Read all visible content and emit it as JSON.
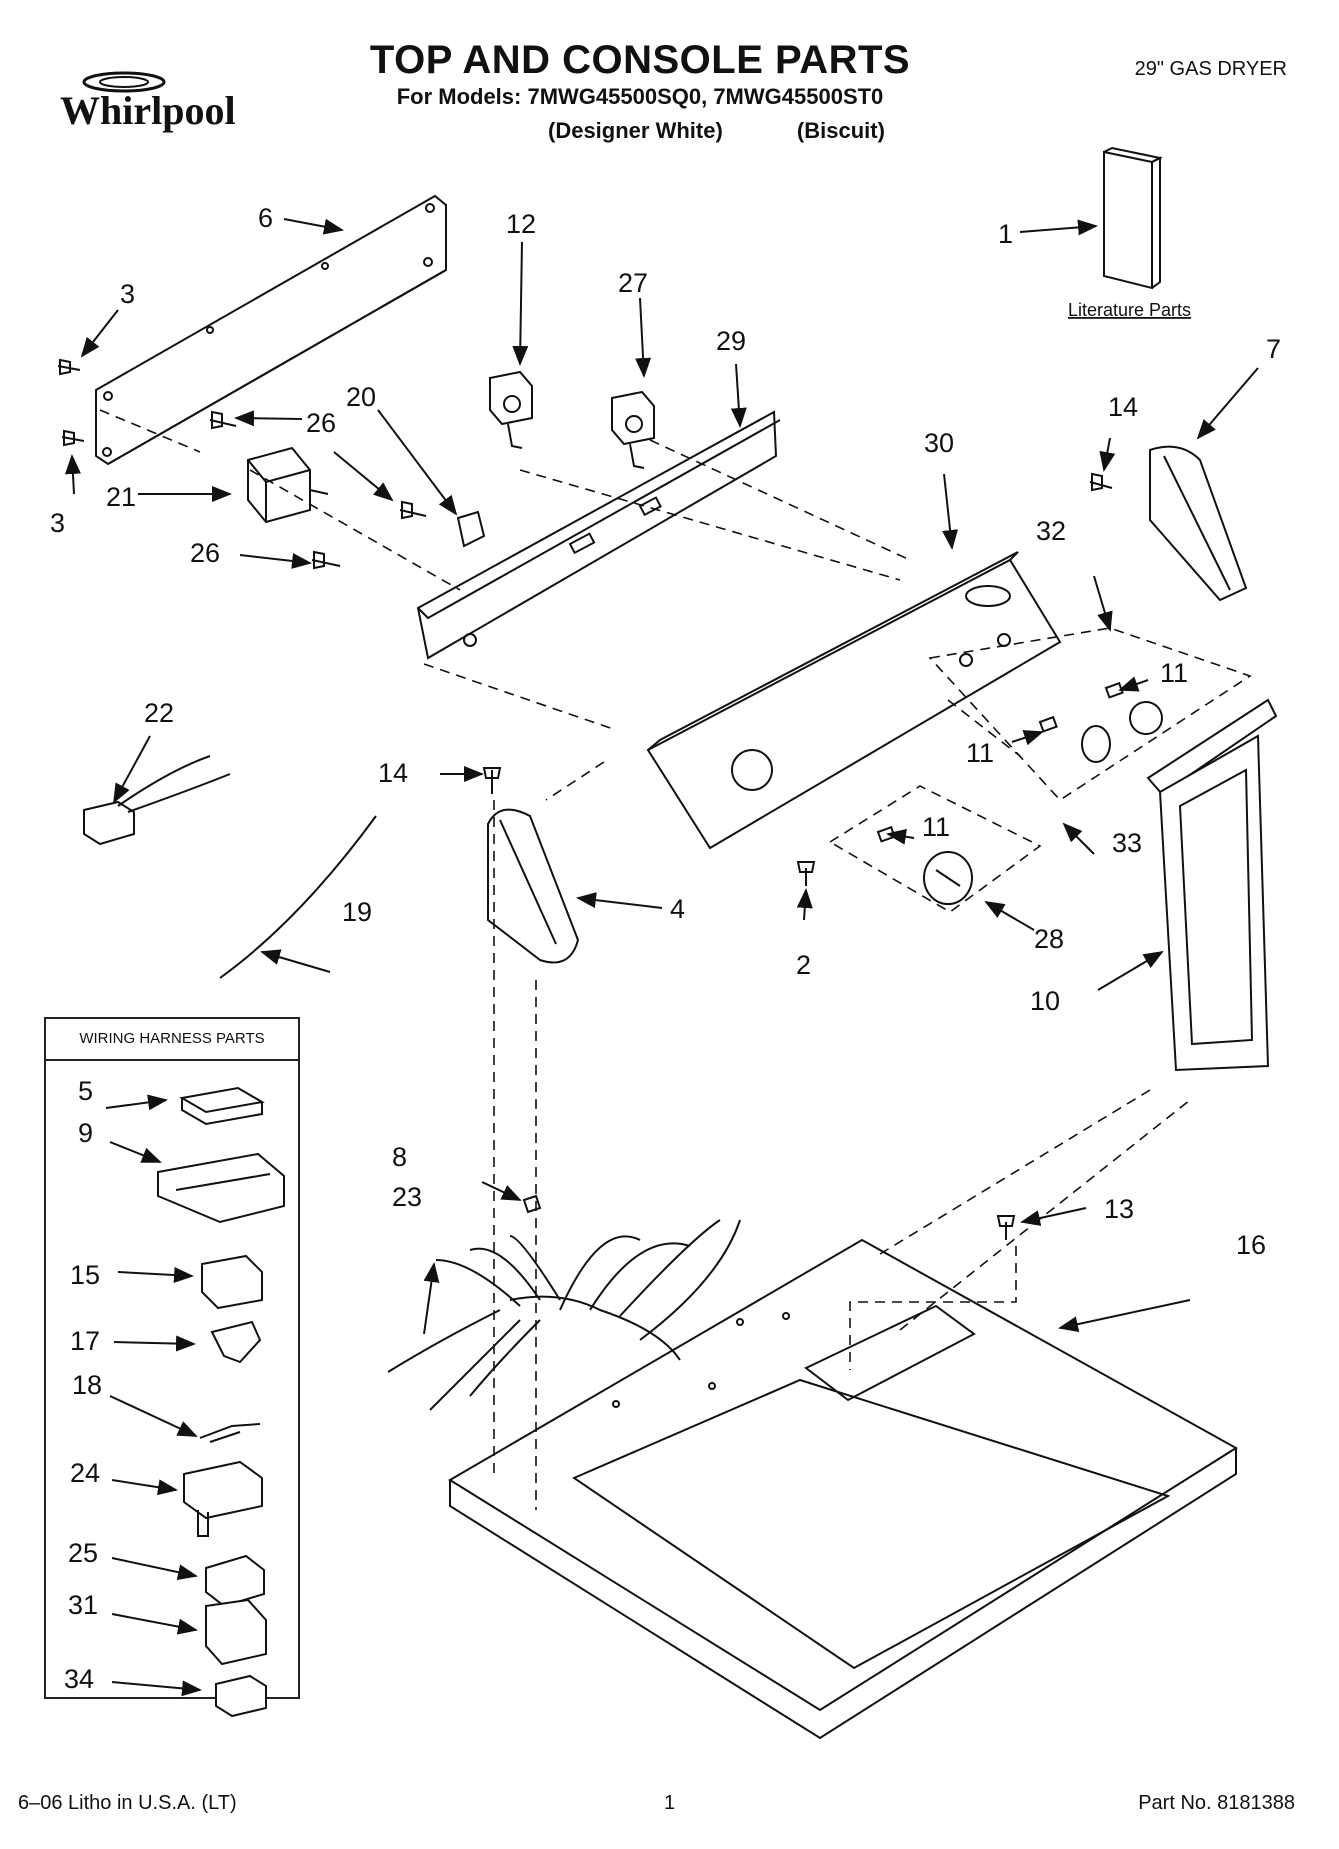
{
  "header": {
    "brand": "Whirlpool",
    "title": "TOP AND CONSOLE PARTS",
    "models_line": "For Models: 7MWG45500SQ0, 7MWG45500ST0",
    "variant_1": "(Designer White)",
    "variant_2": "(Biscuit)",
    "dryer_type": "29\" GAS DRYER"
  },
  "literature_label": "Literature Parts",
  "harness_box_title": "WIRING HARNESS PARTS",
  "callouts": {
    "c1": "1",
    "c2": "2",
    "c3a": "3",
    "c3b": "3",
    "c4": "4",
    "c5": "5",
    "c6": "6",
    "c7": "7",
    "c8": "8",
    "c9": "9",
    "c10": "10",
    "c11a": "11",
    "c11b": "11",
    "c11c": "11",
    "c12": "12",
    "c13": "13",
    "c14a": "14",
    "c14b": "14",
    "c15": "15",
    "c16": "16",
    "c17": "17",
    "c18": "18",
    "c19": "19",
    "c20": "20",
    "c21": "21",
    "c22": "22",
    "c23": "23",
    "c24": "24",
    "c25": "25",
    "c26a": "26",
    "c26b": "26",
    "c27": "27",
    "c28": "28",
    "c29": "29",
    "c30": "30",
    "c31": "31",
    "c32": "32",
    "c33": "33",
    "c34": "34"
  },
  "footer": {
    "litho": "6–06 Litho in U.S.A. (LT)",
    "page": "1",
    "part_no": "Part No. 8181388"
  }
}
